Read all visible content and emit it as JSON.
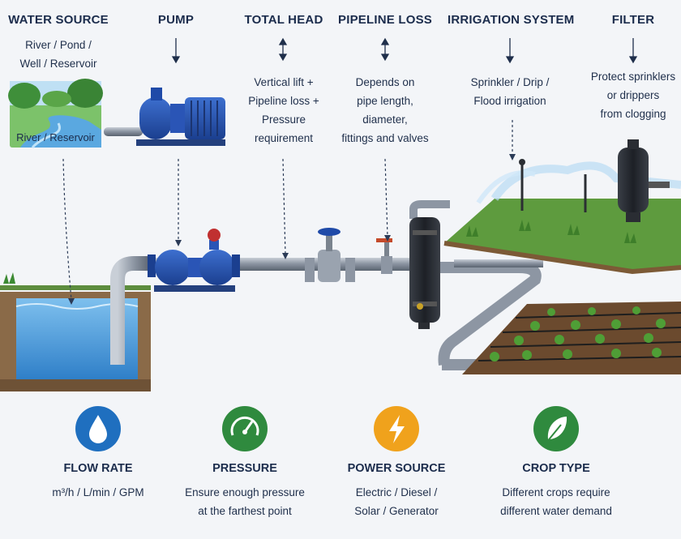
{
  "headers": {
    "water_source": "WATER SOURCE",
    "pump": "PUMP",
    "total_head": "TOTAL HEAD",
    "pipeline_loss": "PIPELINE LOSS",
    "irrigation_system": "IRRIGATION SYSTEM",
    "filter": "FILTER"
  },
  "descriptions": {
    "water_source_line1": "River / Pond /",
    "water_source_line2": "Well / Reservoir",
    "total_head_line1": "Vertical lift +",
    "total_head_line2": "Pipeline loss +",
    "total_head_line3": "Pressure",
    "total_head_line4": "requirement",
    "pipeline_loss_line1": "Depends on",
    "pipeline_loss_line2": "pipe length,",
    "pipeline_loss_line3": "diameter,",
    "pipeline_loss_line4": "fittings and valves",
    "irrigation_line1": "Sprinkler / Drip /",
    "irrigation_line2": "Flood irrigation",
    "filter_line1": "Protect sprinklers",
    "filter_line2": "or drippers",
    "filter_line3": "from clogging"
  },
  "scene": {
    "river_label": "River / Reservoir"
  },
  "factors": [
    {
      "title": "FLOW RATE",
      "line1": "m³/h / L/min / GPM",
      "line2": "",
      "icon": "water-drop-icon",
      "color": "#1f6fbf"
    },
    {
      "title": "PRESSURE",
      "line1": "Ensure enough pressure",
      "line2": "at the farthest point",
      "icon": "gauge-icon",
      "color": "#2f8a3e"
    },
    {
      "title": "POWER SOURCE",
      "line1": "Electric / Diesel /",
      "line2": "Solar / Generator",
      "icon": "lightning-icon",
      "color": "#f0a21c"
    },
    {
      "title": "CROP TYPE",
      "line1": "Different crops require",
      "line2": "different water demand",
      "icon": "leaf-icon",
      "color": "#2f8a3e"
    }
  ]
}
